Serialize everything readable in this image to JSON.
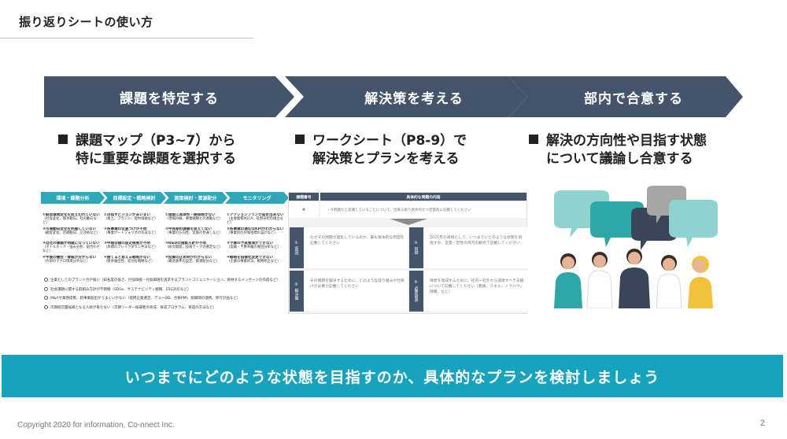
{
  "header": {
    "title": "振り返りシートの使い方"
  },
  "steps": [
    {
      "label": "課題を特定する",
      "desc_line1": "課題マップ（P3~7）から",
      "desc_line2": "特に重要な課題を選択する"
    },
    {
      "label": "解決策を考える",
      "desc_line1": "ワークシート（P8-9）で",
      "desc_line2": "解決策とプランを考える"
    },
    {
      "label": "部内で合意する",
      "desc_line1": "解決の方向性や目指す状態",
      "desc_line2": "について議論し合意する"
    }
  ],
  "issue_map": {
    "phases": [
      "環境・課題分析",
      "目標設定・戦略検討",
      "施策検討・資源配分",
      "モニタリング"
    ],
    "cells": [
      {
        "t": "①経営環境変化を捉え切れていない",
        "s": "（社会変化、競争動向、社内動向など）"
      },
      {
        "t": "①目指すビジョンがあいまい",
        "s": "（風土、ブランド、提供価値など）"
      },
      {
        "t": "①施策に具体性・納得感がない",
        "s": "（現場目線、事業戦略との連動など）"
      },
      {
        "t": "①アクションプランが設計出来ない",
        "s": "（主要業務PDCA、役割分担の確立など）"
      },
      {
        "t": "②市場動向変化を把握していない",
        "s": "（顧客変化、店頭動向、交渉術など）"
      },
      {
        "t": "②各事業の位置づけが不明",
        "s": "（事業ポートフォリオの作成など）"
      },
      {
        "t": "②中長期の課題を扱えてない",
        "s": "（事業の方向性、実施の見通しなど）"
      },
      {
        "t": "②各事業の適切なKPIがわからない",
        "s": "（事業別の評価指標の設計など）"
      },
      {
        "t": "③自社の課題が明確になっていない",
        "s": "（ボトルネック・強み分析、組合わせなど）"
      },
      {
        "t": "③中期目標の設定根拠が不明",
        "s": "（目標のブレイクダウン手法など）"
      },
      {
        "t": "③R&Dの施策方針が不明",
        "s": "（研究開発、技術テーマの選定など）"
      },
      {
        "t": "③予算の予実管理ができない",
        "s": "（実績・予算乖離の要因分析など）"
      },
      {
        "t": "④今後の機会・脅威が分からない",
        "s": "（外部のマクロ環境分析など）"
      },
      {
        "t": "④勝てると思える戦略がない",
        "s": "（競争優位性、差別化戦略など）"
      },
      {
        "t": "④投資の止め時がわからない",
        "s": "（撤退基準の設定、資源配分など）"
      },
      {
        "t": "④戦略を指標化変更できない",
        "s": "（企業の事業状況、戦略修正など）"
      }
    ],
    "others": [
      "企業としてのブランド力が弱い（知名度の低さ、付加価値・付加価値を訴求するブランドコミュニケーション、商材するメッセージの作成など）",
      "社会課題に関する取組み方針が不明確（SDGs、サステナビリティ戦略、ESG対応など）",
      "M&Aや業務提携、新事業創出がうまくいかない（提携企業選定、デューDD、合併PMI、組織間の連携、移行計画など）",
      "次期経営層候補となる人財が育たない（次期リーダー候補者の育成、育成プログラム、育成の方法など）"
    ]
  },
  "worksheet": {
    "col_issue_no": "課題番号",
    "col_issue_detail": "具体的な問題の内容",
    "row_no": "※",
    "row_text": "今問題だと認識していることについて、出来る限り具体的かつ定量的に記載してください",
    "boxes": [
      {
        "label": "① 原因",
        "text": "なぜその問題が発生しているのか、最も根本的な原因を記載してください"
      },
      {
        "label": "③ 目標",
        "text": "2021年の目標として、いつまでにどのような状態を目指すか、定量・定性の両方の観点で記載してください"
      },
      {
        "label": "② 解決策",
        "text": "その問題を解決するために、どのような取り組みや仕掛けが必要か記載してください"
      },
      {
        "label": "④ 必要資源",
        "text": "目標を達成するために、社内・社外から調達すべき支援について記載してください（要員、スキル、ノウハウ、情報、など）"
      }
    ]
  },
  "illustration": {
    "colors": {
      "teal": "#2ea7a8",
      "light_teal": "#8fd3d1",
      "yellow": "#f3c23c",
      "navy": "#3a4559",
      "gray": "#a6a6a6"
    }
  },
  "banner": {
    "text": "いつまでにどのような状態を目指すのか、具体的なプランを検討しましょう"
  },
  "footer": {
    "copyright": "Copyright 2020 for information, Co-nnect Inc.",
    "page": "2"
  },
  "theme": {
    "accent": "#17a2bd",
    "chevron": "#44546a"
  }
}
